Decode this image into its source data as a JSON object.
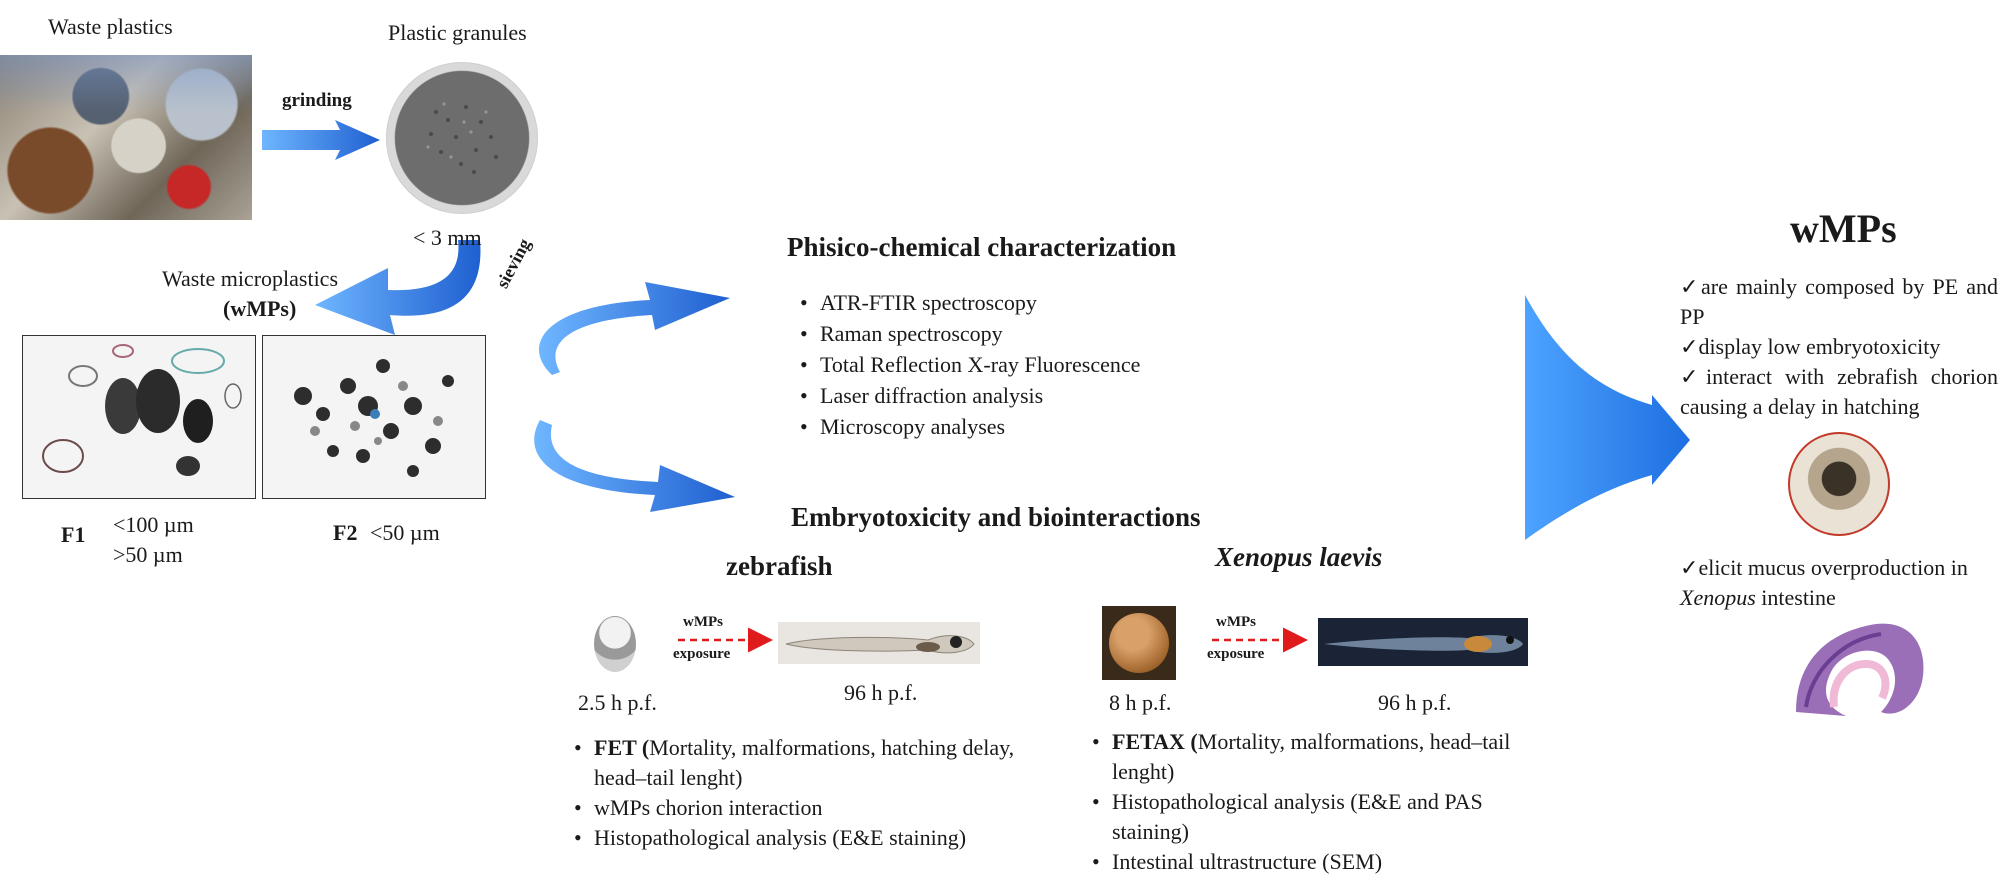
{
  "waste_plastics_label": "Waste plastics",
  "plastic_granules_label": "Plastic granules",
  "grinding_label": "grinding",
  "granule_size": "< 3 mm",
  "sieving_label": "sieving",
  "wmps_title": "Waste microplastics",
  "wmps_abbrev": "(wMPs)",
  "f1": {
    "name": "F1",
    "size1": "<100 µm",
    "size2": ">50 µm"
  },
  "f2": {
    "name": "F2",
    "size": "<50 µm"
  },
  "phys_chem": {
    "title": "Phisico-chemical characterization",
    "items": [
      "ATR-FTIR spectroscopy",
      "Raman spectroscopy",
      "Total Reflection X-ray Fluorescence",
      "Laser diffraction analysis",
      "Microscopy analyses"
    ]
  },
  "embryo": {
    "title": "Embryotoxicity and biointeractions",
    "zebrafish": {
      "label": "zebrafish",
      "arrow_top": "wMPs",
      "arrow_bottom": "exposure",
      "start": "2.5 h p.f.",
      "end": "96 h p.f.",
      "items": [
        {
          "bold": "FET (",
          "text": "Mortality, malformations, hatching delay,  head–tail lenght)"
        },
        {
          "bold": "",
          "text": "wMPs chorion interaction"
        },
        {
          "bold": "",
          "text": "Histopathological analysis (E&E staining)"
        }
      ]
    },
    "xenopus": {
      "label": "Xenopus laevis",
      "arrow_top": "wMPs",
      "arrow_bottom": "exposure",
      "start": "8 h p.f.",
      "end": "96 h p.f.",
      "items": [
        {
          "bold": "FETAX (",
          "text": "Mortality, malformations, head–tail lenght)"
        },
        {
          "bold": "",
          "text": "Histopathological analysis (E&E and PAS staining)"
        },
        {
          "bold": "",
          "text": "Intestinal ultrastructure (SEM)"
        }
      ]
    }
  },
  "conclusions": {
    "title": "wMPs",
    "check": "✓",
    "items": [
      "are mainly composed by PE and PP",
      "display low embryotoxicity",
      "interact with zebrafish chorion causing a delay in hatching"
    ],
    "last_pre": "elicit mucus overproduction in ",
    "last_italic": "Xenopus",
    "last_post": " intestine"
  },
  "colors": {
    "arrow_blue": "#1f6fd6",
    "arrow_light": "#5aa8ff",
    "dashed_red": "#e01b1b"
  }
}
